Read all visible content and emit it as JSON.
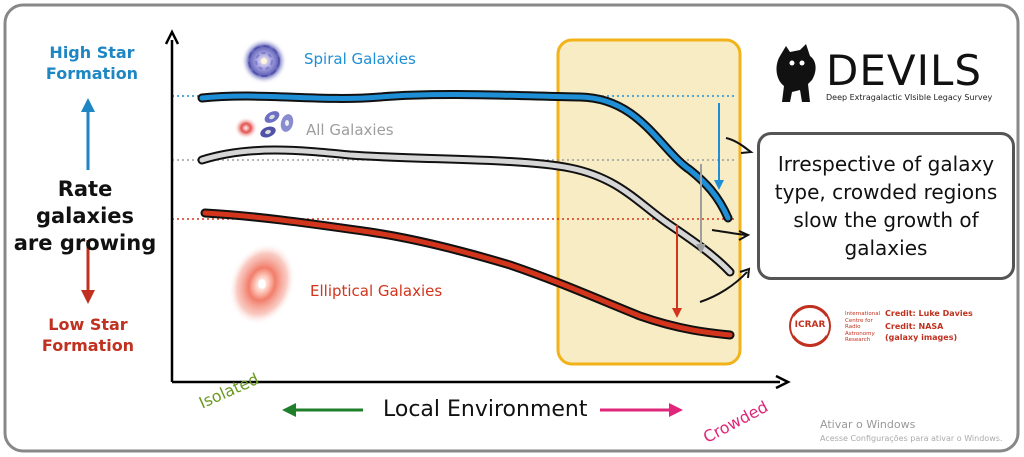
{
  "y_axis": {
    "high_label": [
      "High Star",
      "Formation"
    ],
    "main_label": [
      "Rate galaxies",
      "are growing"
    ],
    "low_label": [
      "Low Star",
      "Formation"
    ]
  },
  "x_axis": {
    "left_label": "Isolated",
    "center_label": "Local Environment",
    "right_label": "Crowded"
  },
  "series": [
    {
      "name": "Spiral Galaxies",
      "color": "#1e8fd6"
    },
    {
      "name": "All Galaxies",
      "color": "#9e9e9e"
    },
    {
      "name": "Elliptical Galaxies",
      "color": "#d2341c"
    }
  ],
  "callout": "Irrespective of galaxy type, crowded regions slow the growth of galaxies",
  "logo": {
    "title": "DEVILS",
    "subtitle": "Deep Extragalactic VIsible Legacy Survey"
  },
  "icrar": {
    "acronym": "ICRAR",
    "description": [
      "International",
      "Centre for",
      "Radio",
      "Astronomy",
      "Research"
    ]
  },
  "credits": {
    "line1": "Credit: Luke Davies",
    "line2": "Credit: NASA",
    "line3": "(galaxy images)"
  },
  "watermark": {
    "line1": "Ativar o Windows",
    "line2": "Acesse Configurações para ativar o Windows."
  },
  "colors": {
    "spiral": "#1e8fd6",
    "all": "#9e9e9e",
    "elliptical": "#d2341c",
    "highlight_fill": "#f8ecc4",
    "highlight_border": "#f2b21a",
    "isolated": "#6a9a1f",
    "crowded": "#e0267a",
    "green_arrow": "#1f7f2a",
    "pink_arrow": "#e0267a"
  }
}
